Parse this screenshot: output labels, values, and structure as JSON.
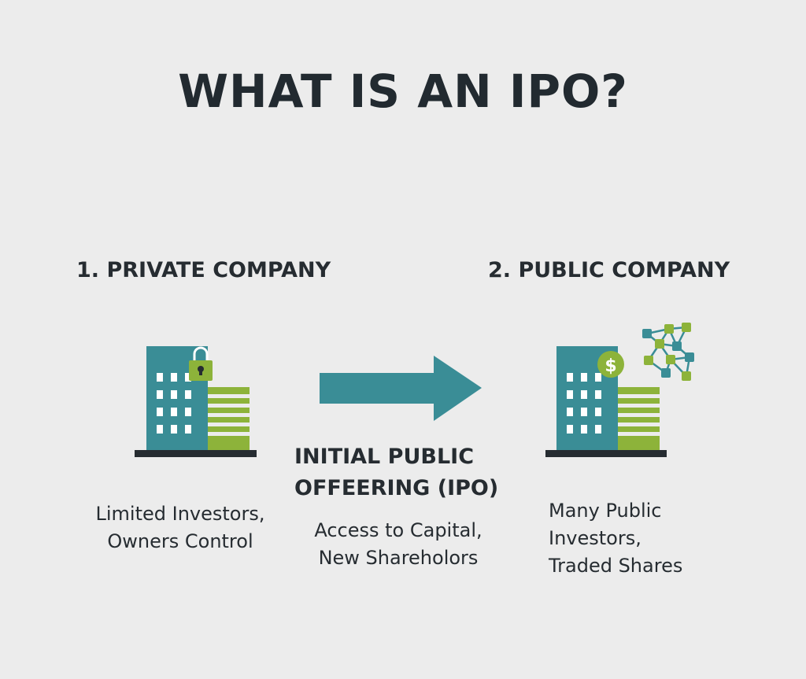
{
  "title": "WHAT IS AN IPO?",
  "private": {
    "heading": "1. PRIVATE COMPANY",
    "caption": "Limited Investors,\nOwners Control"
  },
  "public": {
    "heading": "2. PUBLIC COMPANY",
    "caption": "Many Public\nInvestors,\nTraded Shares"
  },
  "transition": {
    "label": "INITIAL PUBLIC\nOFFEERING (IPO)",
    "caption": "Access to Capital,\nNew Shareholors"
  },
  "icons": {
    "private_building": "building-icon",
    "lock": "padlock-icon",
    "arrow": "right-arrow-icon",
    "public_building": "building-icon",
    "dollar": "dollar-coin-icon",
    "network": "network-icon",
    "dollar_symbol": "$"
  },
  "colors": {
    "background": "#ececec",
    "teal": "#3a8d96",
    "green": "#8db33a",
    "dark": "#262c31",
    "window": "#ffffff"
  }
}
